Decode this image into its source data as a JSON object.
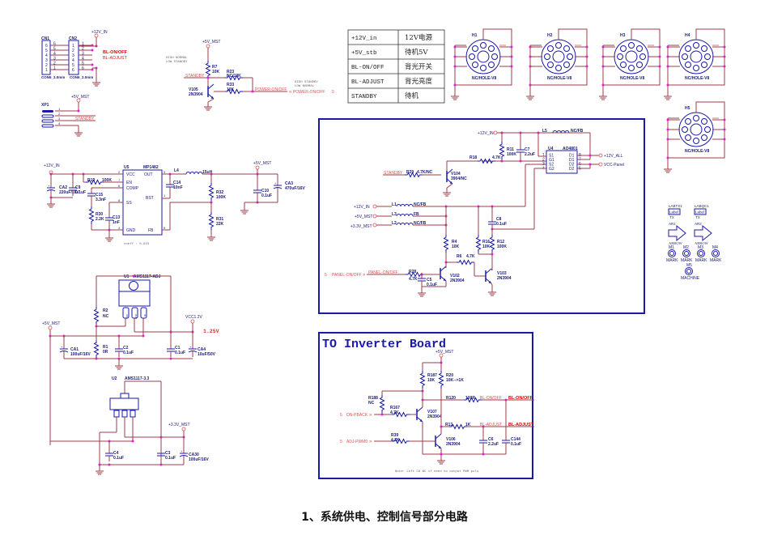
{
  "figure": {
    "caption": "1、系统供电、控制信号部分电路",
    "colors": {
      "wire": "#9b3c4a",
      "component": "#1a1aa8",
      "net_label": "#e05050",
      "junction": "#e020d0",
      "frame": "#1a1aa8"
    }
  },
  "legend_table": {
    "rows": [
      {
        "net": "+12V_in",
        "desc": "12V电源"
      },
      {
        "net": "+5V_stb",
        "desc": "待机5V"
      },
      {
        "net": "BL-ON/OFF",
        "desc": "背光开关"
      },
      {
        "net": "BL-ADJUST",
        "desc": "背光亮度"
      },
      {
        "net": "STANDBY",
        "desc": "待机"
      }
    ]
  },
  "connectors": {
    "cn1": {
      "ref": "CN1",
      "footprint": "CON6_2.0mm",
      "pins": [
        "6",
        "5",
        "4",
        "3",
        "2",
        "1"
      ]
    },
    "cn2": {
      "ref": "CN2",
      "footprint": "CON6_2.0mm",
      "pins": [
        "1",
        "2",
        "3",
        "4",
        "5",
        "6"
      ]
    },
    "power": "+12V_IN",
    "net_on_off": "BL-ON/OFF",
    "net_adjust": "BL-ADJUST",
    "xp1": {
      "ref": "XP1",
      "power": "+5V_MST",
      "pins": [
        "1",
        "2",
        "3",
        "4"
      ],
      "net": "STANDBY"
    }
  },
  "standby_circuit": {
    "power": "+5V_MST",
    "note_left": [
      "HIGH NORMAL",
      "LOW  STANDBY"
    ],
    "note_right": [
      "HIGH STANDBY",
      "LOW  NORMAL"
    ],
    "r7": {
      "ref": "R7",
      "value": "10K"
    },
    "r23": {
      "ref": "R23",
      "value": "NC/10K"
    },
    "r33": {
      "ref": "R33",
      "value": "10K"
    },
    "v105": {
      "ref": "V105",
      "value": "2N3904"
    },
    "net_standby": "STANDBY",
    "net_power": "POWER-ON/OFF",
    "port": "POWER-ON/OFF",
    "port_sheet": "5"
  },
  "mounting_holes": [
    {
      "ref": "H1",
      "value": "NC/HOLE-V8"
    },
    {
      "ref": "H2",
      "value": "NC/HOLE-V8"
    },
    {
      "ref": "H3",
      "value": "NC/HOLE-V8"
    },
    {
      "ref": "H4",
      "value": "NC/HOLE-V8"
    },
    {
      "ref": "H5",
      "value": "NC/HOLE-V8"
    }
  ],
  "buck": {
    "input": "+12V_IN",
    "output": "+5V_MST",
    "u5": {
      "ref": "U5",
      "part": "MP1482",
      "pins_left": [
        {
          "n": "2",
          "name": "VCC"
        },
        {
          "n": "7",
          "name": "EN"
        },
        {
          "n": "6",
          "name": "COMP"
        },
        {
          "n": "8",
          "name": "SS"
        },
        {
          "n": "4",
          "name": "GND"
        }
      ],
      "pins_right": [
        {
          "n": "3",
          "name": "OUT"
        },
        {
          "n": "1",
          "name": "BST"
        },
        {
          "n": "5",
          "name": "FB"
        }
      ]
    },
    "ca2": {
      "ref": "CA2",
      "value": "220uF/16V"
    },
    "c9": {
      "ref": "C9",
      "value": "0.1uF"
    },
    "r19": {
      "ref": "R19",
      "value": "100K"
    },
    "c15": {
      "ref": "C15",
      "value": "3.3nF"
    },
    "r30": {
      "ref": "R30",
      "value": "2.2K"
    },
    "c13": {
      "ref": "C13",
      "value": "1nF"
    },
    "c14": {
      "ref": "C14",
      "value": "10nF"
    },
    "l4": {
      "ref": "L4",
      "value": "15uH"
    },
    "r32": {
      "ref": "R32",
      "value": "100K"
    },
    "r31": {
      "ref": "R31",
      "value": "22K"
    },
    "c10": {
      "ref": "C10",
      "value": "0.1uF"
    },
    "ca3": {
      "ref": "CA3",
      "value": "470uF/16V"
    },
    "note": "coeff : 0.923"
  },
  "ldo_adj": {
    "u1": {
      "ref": "U1",
      "part": "AMS1117-ADJ",
      "pins": [
        "ADJ",
        "OUT",
        "IN"
      ]
    },
    "input": "+5V_MST",
    "output": "VCC1.2V",
    "output_value": "1.25V",
    "r2": {
      "ref": "R2",
      "value": "NC"
    },
    "r1": {
      "ref": "R1",
      "value": "0R"
    },
    "ca1": {
      "ref": "CA1",
      "value": "100uF/16V"
    },
    "c2": {
      "ref": "C2",
      "value": "0.1uF"
    },
    "c1": {
      "ref": "C1",
      "value": "0.1uF"
    },
    "ca4": {
      "ref": "CA4",
      "value": "10uF/50V"
    }
  },
  "ldo_33": {
    "u2": {
      "ref": "U2",
      "part": "AMS1117-3.3"
    },
    "output": "+3.3V_MST",
    "c4": {
      "ref": "C4",
      "value": "0.1uF"
    },
    "c3": {
      "ref": "C3",
      "value": "0.1uF"
    },
    "ca30": {
      "ref": "CA30",
      "value": "100uF/16V"
    }
  },
  "panel_power": {
    "in_12v": "+12V_IN",
    "in_5v": "+5V_MST",
    "in_33v": "+3.3V_MST",
    "l1": {
      "ref": "L1",
      "value": "NC/FB"
    },
    "l3": {
      "ref": "L3",
      "value": "FB"
    },
    "l2": {
      "ref": "L2",
      "value": "NC/FB"
    },
    "l5": {
      "ref": "L5",
      "value": "NC/FB"
    },
    "top_in": "+12V_IN",
    "r11": {
      "ref": "R11",
      "value": "100K"
    },
    "c7": {
      "ref": "C7",
      "value": "2.2uF"
    },
    "r18": {
      "ref": "R18",
      "value": "4.7K"
    },
    "r29": {
      "ref": "R29",
      "value": "4.7K/NC"
    },
    "v104": {
      "ref": "V104",
      "value": "3904/NC"
    },
    "net_standby": "STANDBY",
    "u4": {
      "ref": "U4",
      "part": "AO4801",
      "pins_left": [
        {
          "n": "1",
          "name": "S1"
        },
        {
          "n": "2",
          "name": "G1"
        },
        {
          "n": "3",
          "name": "S2"
        },
        {
          "n": "4",
          "name": "G2"
        }
      ],
      "pins_right": [
        {
          "n": "8",
          "name": "D1"
        },
        {
          "n": "7",
          "name": "D1"
        },
        {
          "n": "6",
          "name": "D2"
        },
        {
          "n": "5",
          "name": "D2"
        }
      ]
    },
    "out_12v": "+12V_ALL",
    "out_panel": "VCC-Panel",
    "c8": {
      "ref": "C8",
      "value": "0.1uF"
    },
    "r4": {
      "ref": "R4",
      "value": "10K"
    },
    "r16": {
      "ref": "R16",
      "value": "10K"
    },
    "r12": {
      "ref": "R12",
      "value": "100K"
    },
    "r6": {
      "ref": "R6",
      "value": "4.7K"
    },
    "r28": {
      "ref": "R28",
      "value": "4.7K"
    },
    "c5": {
      "ref": "C5",
      "value": "0.1uF"
    },
    "v102": {
      "ref": "V102",
      "value": "2N3904"
    },
    "v103": {
      "ref": "V103",
      "value": "2N3904"
    },
    "port": "PANEL-ON/OFF",
    "port_sheet": "5",
    "net_panel": "PANEL-ON/OFF"
  },
  "misc_symbols": {
    "labels": [
      {
        "ref": "LABTX1",
        "text": "Label",
        "sub": "TX"
      },
      {
        "ref": "LABQC1",
        "text": "Label",
        "sub": "TX"
      }
    ],
    "arrows": [
      {
        "ref": "AR1",
        "value": "ARROW"
      },
      {
        "ref": "AR2",
        "value": "ARROW"
      }
    ],
    "marks": [
      {
        "ref": "M1",
        "value": "MARK"
      },
      {
        "ref": "M2",
        "value": "MARK"
      },
      {
        "ref": "M3",
        "value": "MARK"
      },
      {
        "ref": "M4",
        "value": "MARK"
      }
    ],
    "machine": {
      "ref": "M5",
      "value": "MACHINE"
    }
  },
  "inverter": {
    "title": "TO Inverter Board",
    "power": "+5V_MST",
    "r187": {
      "ref": "R187",
      "value": "10K"
    },
    "r20": {
      "ref": "R20",
      "value": "10K-->1K"
    },
    "r188": {
      "ref": "R188",
      "value": "NC"
    },
    "r167": {
      "ref": "R167",
      "value": "4.7K"
    },
    "r120": {
      "ref": "R120",
      "value": "100R"
    },
    "r13": {
      "ref": "R13",
      "value": "1K"
    },
    "r39": {
      "ref": "R39",
      "value": "4.7K"
    },
    "v107": {
      "ref": "V107",
      "value": "2N3904"
    },
    "v106": {
      "ref": "V106",
      "value": "2N3904"
    },
    "c6": {
      "ref": "C6",
      "value": "2.2uF"
    },
    "c144": {
      "ref": "C144",
      "value": "0.1uF"
    },
    "net_on_off": "BL-ON/OFF",
    "net_adjust": "BL-ADJUST",
    "port_on": "ON-PBACK",
    "port_adj": "ADJ-PWM0",
    "port_sheet": "5",
    "note": "Note: Left C6 NC if need to output PWM puls"
  }
}
